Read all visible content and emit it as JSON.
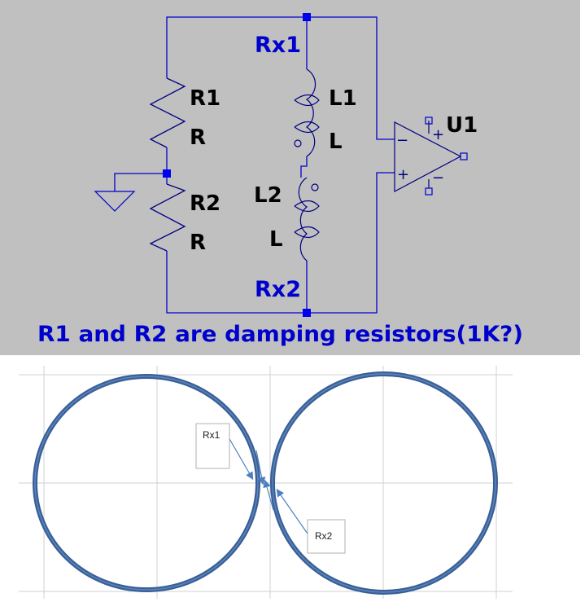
{
  "schematic": {
    "colors": {
      "background": "#c0c0c0",
      "wire": "#0000cc",
      "component": "#000080",
      "label": "#000000",
      "net_label": "#0000cc"
    },
    "net_labels": {
      "top": "Rx1",
      "bottom": "Rx2"
    },
    "components": {
      "r1": {
        "name": "R1",
        "value": "R",
        "icon": "resistor-icon"
      },
      "r2": {
        "name": "R2",
        "value": "R",
        "icon": "resistor-icon"
      },
      "l1": {
        "name": "L1",
        "value": "L",
        "icon": "inductor-icon"
      },
      "l2": {
        "name": "L2",
        "value": "L",
        "icon": "inductor-icon"
      },
      "u1": {
        "name": "U1",
        "icon": "op-amp-icon",
        "inv_sign": "−",
        "noninv_sign": "+",
        "vpos_sign": "+",
        "vneg_sign": "−"
      }
    },
    "ground_icon": "ground-icon",
    "note": "R1 and R2 are damping resistors(1K?)"
  },
  "sketch": {
    "colors": {
      "coil": "#3a5f95",
      "coil_highlight": "#5b86c0",
      "grid": "#d0d0d0",
      "arrow": "#4a7fc1",
      "callout_border": "#b0b0b0"
    },
    "coils": [
      {
        "name": "left-coil"
      },
      {
        "name": "right-coil"
      }
    ],
    "callouts": [
      {
        "label": "Rx1"
      },
      {
        "label": "Rx2"
      }
    ]
  }
}
